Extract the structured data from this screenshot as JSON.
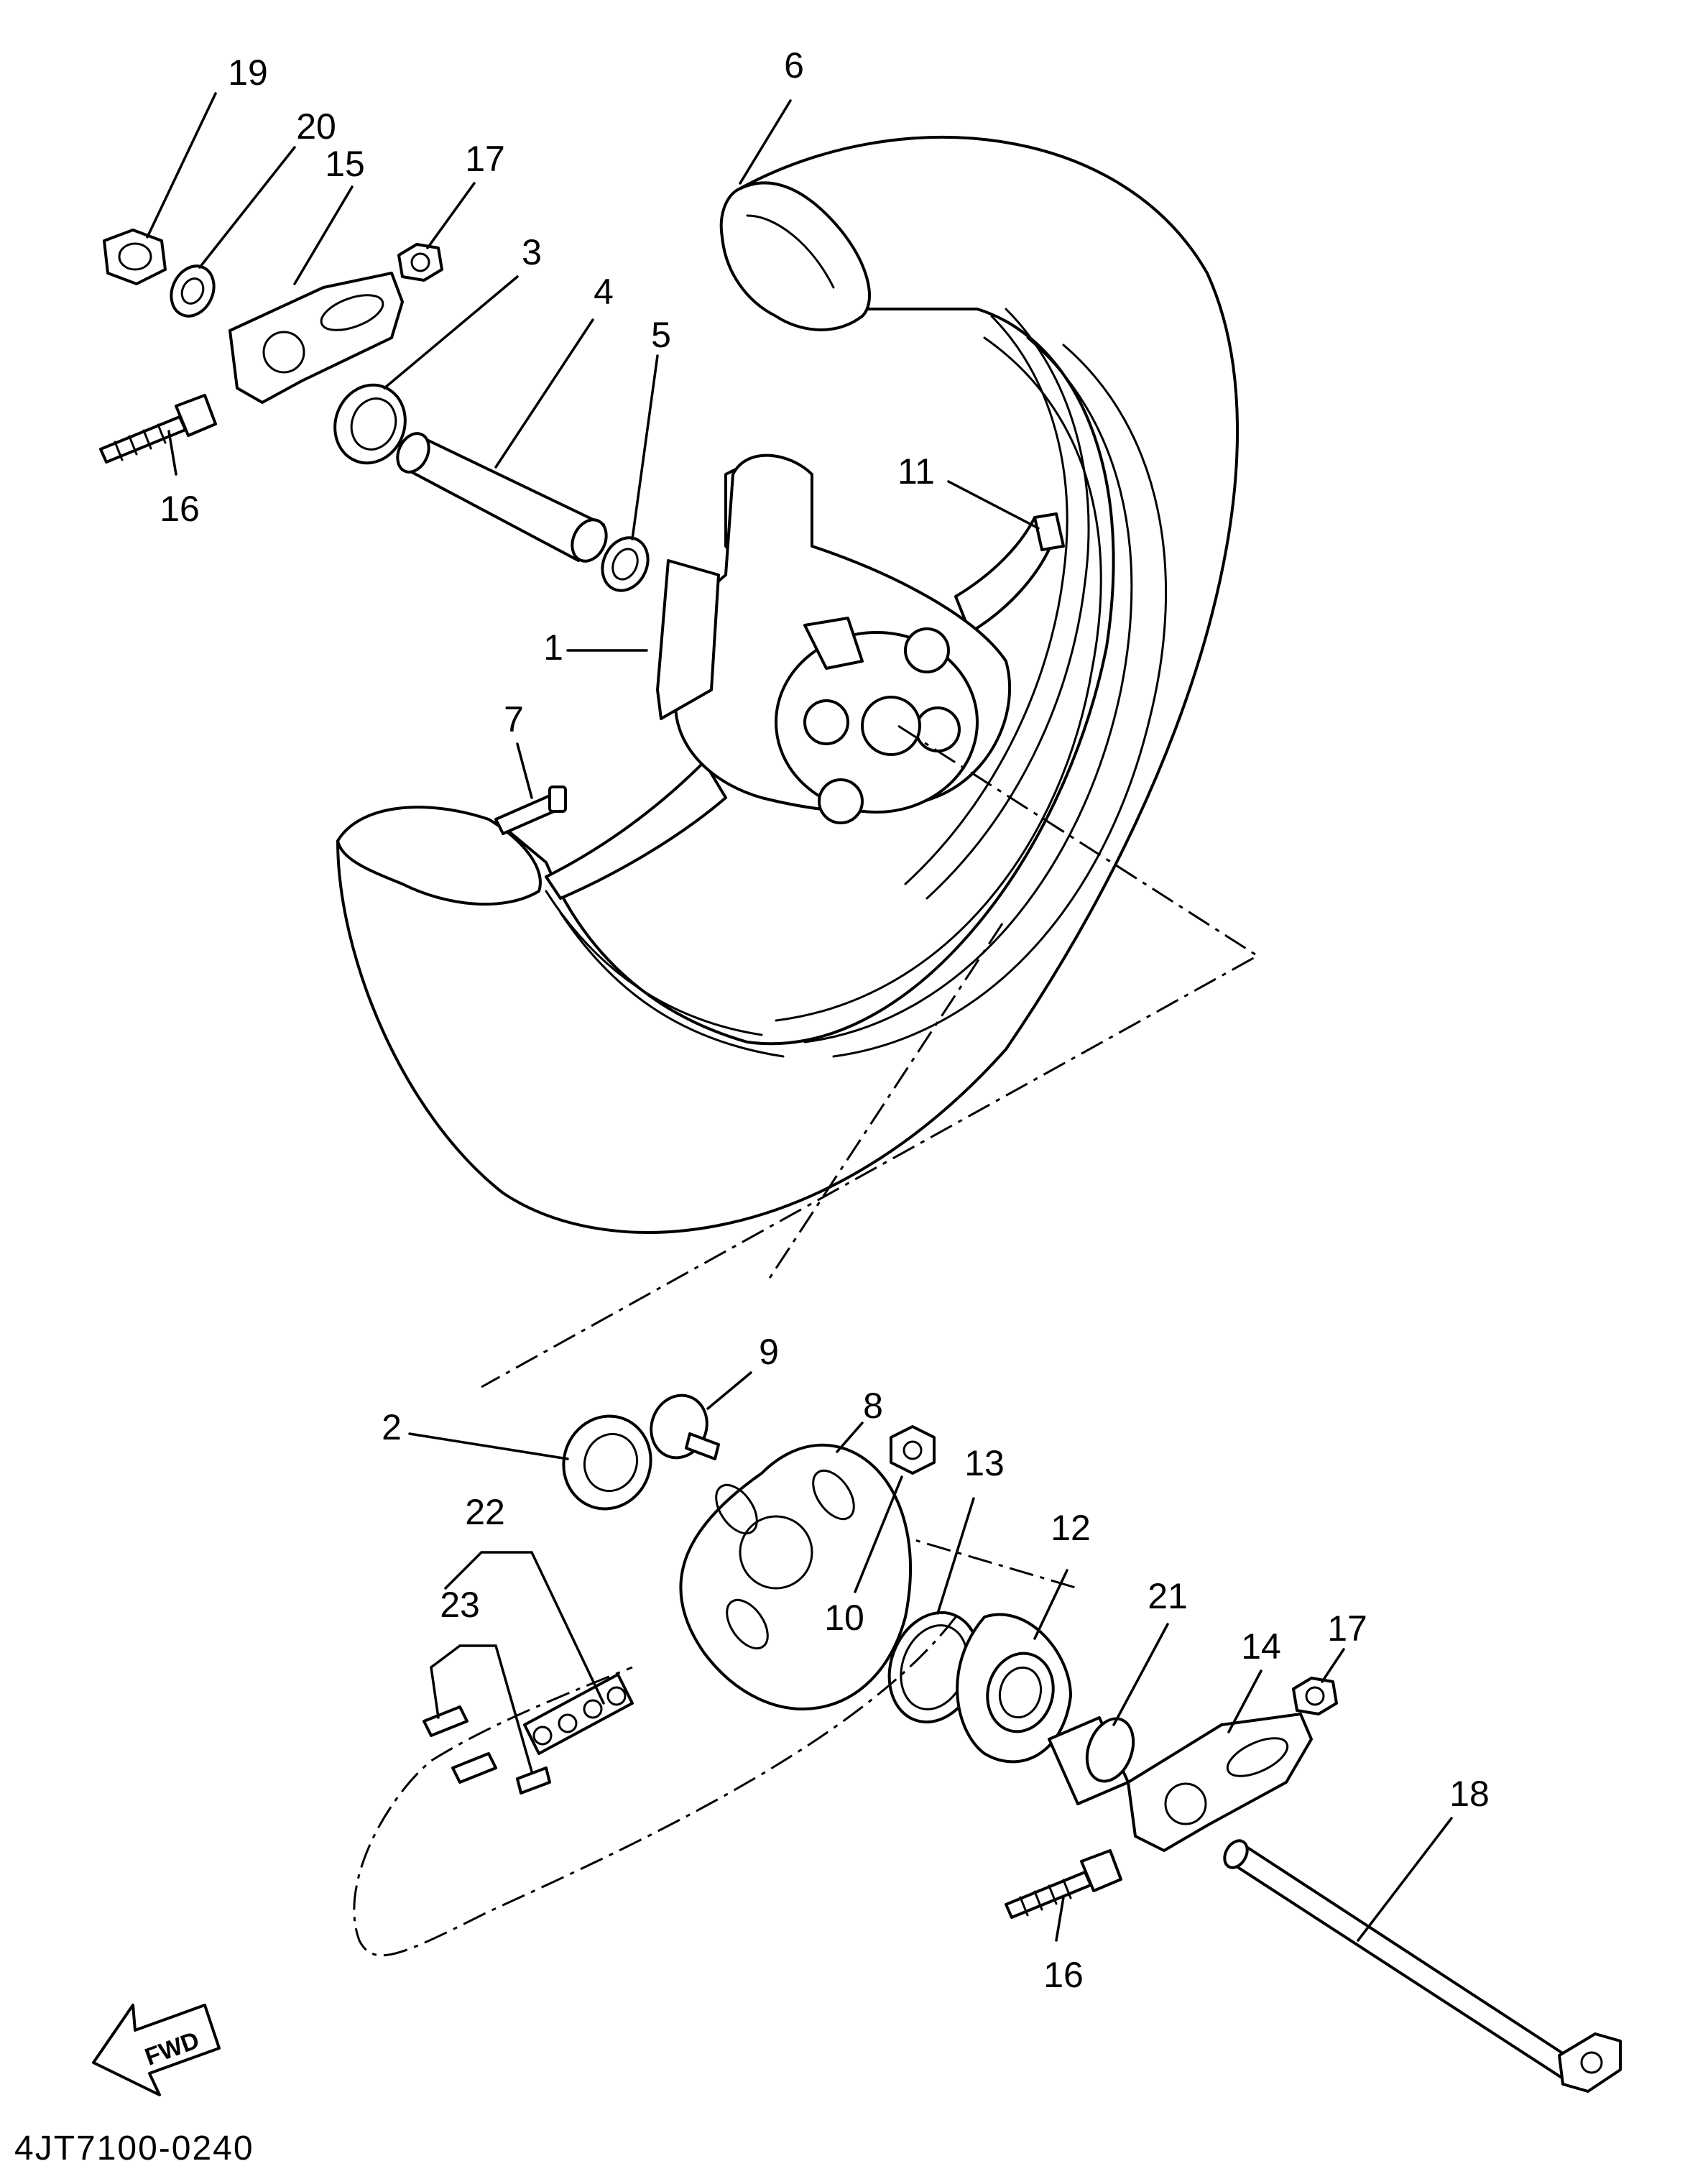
{
  "diagram_code": "4JT7100-0240",
  "fwd_label": "FWD",
  "callouts": {
    "c1": "1",
    "c2": "2",
    "c3": "3",
    "c4": "4",
    "c5": "5",
    "c6": "6",
    "c7": "7",
    "c8": "8",
    "c9": "9",
    "c10": "10",
    "c11": "11",
    "c12": "12",
    "c13": "13",
    "c14": "14",
    "c15": "15",
    "c16a": "16",
    "c16b": "16",
    "c17a": "17",
    "c17b": "17",
    "c18": "18",
    "c19": "19",
    "c20": "20",
    "c21": "21",
    "c22": "22",
    "c23": "23"
  }
}
